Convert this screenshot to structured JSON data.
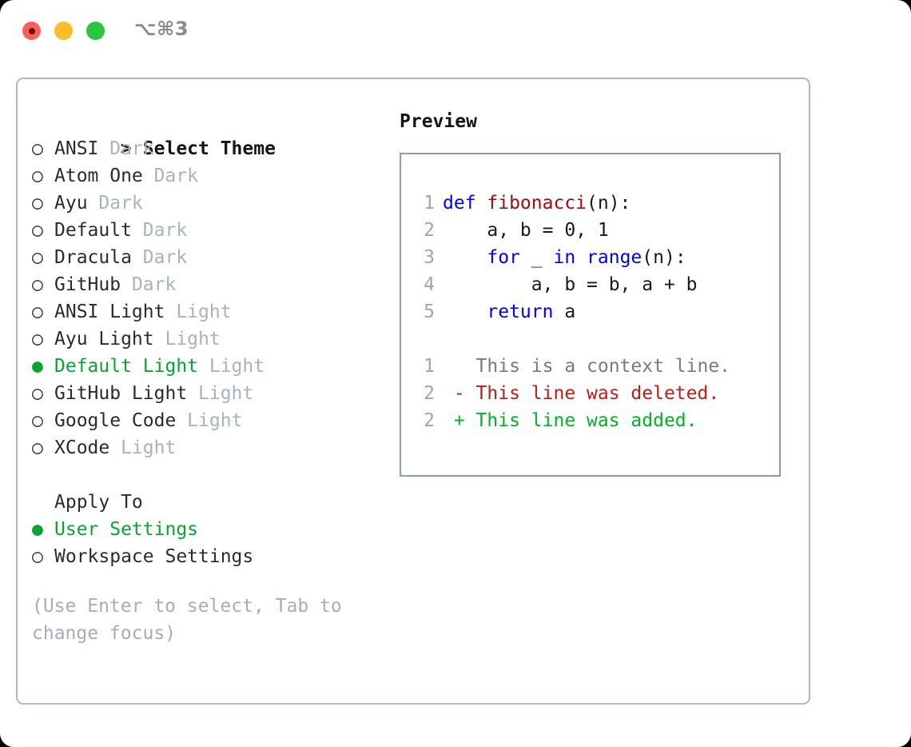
{
  "window": {
    "title": "⌥⌘3",
    "traffic_lights": [
      "close-dot",
      "minimize-dot",
      "maximize-dot"
    ],
    "colors": {
      "close": "#fb6059",
      "minimize": "#fcbd2b",
      "maximize": "#28c73f",
      "accent_green": "#08a431",
      "badge_gray": "#a8b2c0",
      "panel_border": "#aeb7c4",
      "code_border": "#8e9cb0"
    }
  },
  "theme_picker": {
    "header_marker": ">",
    "header_label": "Select Theme",
    "items": [
      {
        "marker": "○",
        "label": "ANSI",
        "badge": "Dark",
        "selected": false
      },
      {
        "marker": "○",
        "label": "Atom One",
        "badge": "Dark",
        "selected": false
      },
      {
        "marker": "○",
        "label": "Ayu",
        "badge": "Dark",
        "selected": false
      },
      {
        "marker": "○",
        "label": "Default",
        "badge": "Dark",
        "selected": false
      },
      {
        "marker": "○",
        "label": "Dracula",
        "badge": "Dark",
        "selected": false
      },
      {
        "marker": "○",
        "label": "GitHub",
        "badge": "Dark",
        "selected": false
      },
      {
        "marker": "○",
        "label": "ANSI Light",
        "badge": "Light",
        "selected": false
      },
      {
        "marker": "○",
        "label": "Ayu Light",
        "badge": "Light",
        "selected": false
      },
      {
        "marker": "●",
        "label": "Default Light",
        "badge": "Light",
        "selected": true
      },
      {
        "marker": "○",
        "label": "GitHub Light",
        "badge": "Light",
        "selected": false
      },
      {
        "marker": "○",
        "label": "Google Code",
        "badge": "Light",
        "selected": false
      },
      {
        "marker": "○",
        "label": "XCode",
        "badge": "Light",
        "selected": false
      }
    ]
  },
  "apply_to": {
    "title": "Apply To",
    "options": [
      {
        "marker": "●",
        "label": "User Settings",
        "selected": true
      },
      {
        "marker": "○",
        "label": "Workspace Settings",
        "selected": false
      }
    ]
  },
  "hint": "(Use Enter to select, Tab to change focus)",
  "preview": {
    "title": "Preview",
    "code_lines": [
      {
        "lineno": "1",
        "segments": [
          {
            "text": "def ",
            "style": "kw"
          },
          {
            "text": "fibonacci",
            "style": "fn"
          },
          {
            "text": "(n):",
            "style": "pl"
          }
        ]
      },
      {
        "lineno": "2",
        "segments": [
          {
            "text": "    a, b = 0, 1",
            "style": "pl"
          }
        ]
      },
      {
        "lineno": "3",
        "segments": [
          {
            "text": "    for ",
            "style": "kw"
          },
          {
            "text": "_ ",
            "style": "pl"
          },
          {
            "text": "in ",
            "style": "kw"
          },
          {
            "text": "range",
            "style": "kw"
          },
          {
            "text": "(n):",
            "style": "pl"
          }
        ]
      },
      {
        "lineno": "4",
        "segments": [
          {
            "text": "        a, b = b, a + b",
            "style": "pl"
          }
        ]
      },
      {
        "lineno": "5",
        "segments": [
          {
            "text": "    return ",
            "style": "kw"
          },
          {
            "text": "a",
            "style": "pl"
          }
        ]
      }
    ],
    "diff_lines": [
      {
        "lineno": "1",
        "segments": [
          {
            "text": "   This is a context line.",
            "style": "ctx"
          }
        ]
      },
      {
        "lineno": "2",
        "segments": [
          {
            "text": " - This line was deleted.",
            "style": "del"
          }
        ]
      },
      {
        "lineno": "2",
        "segments": [
          {
            "text": " + This line was added.",
            "style": "add"
          }
        ]
      }
    ]
  }
}
